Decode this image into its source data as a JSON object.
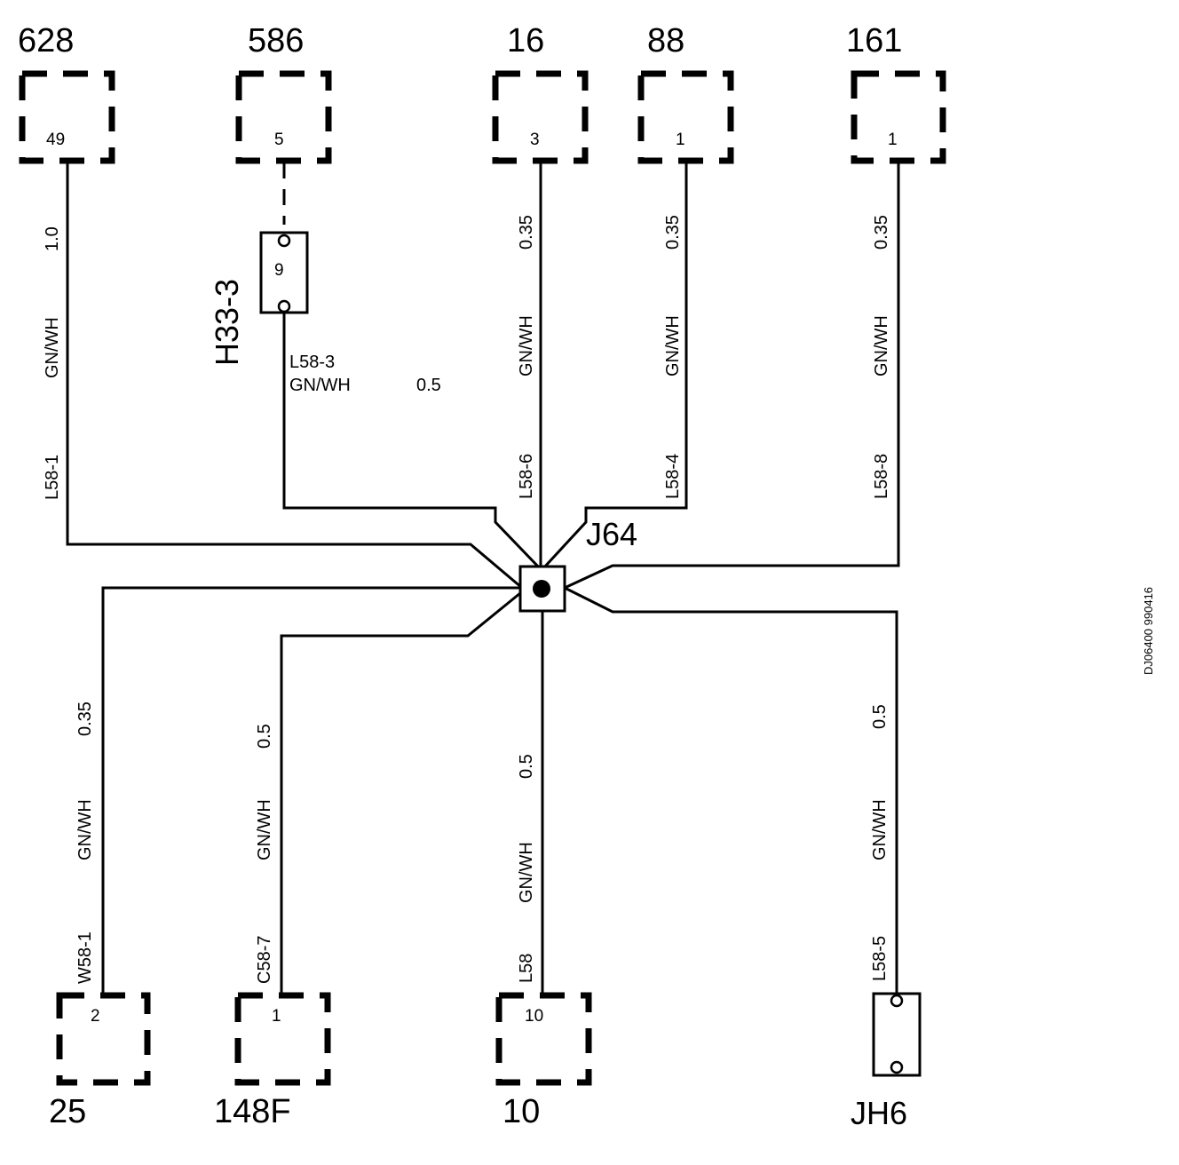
{
  "doc_id": "DJ06400 990416",
  "splice": {
    "label": "J64"
  },
  "connectors": {
    "c628": {
      "number": "628",
      "pin": "49"
    },
    "c586": {
      "number": "586",
      "pin": "5"
    },
    "c16": {
      "number": "16",
      "pin": "3"
    },
    "c88": {
      "number": "88",
      "pin": "1"
    },
    "c161": {
      "number": "161",
      "pin": "1"
    },
    "c25": {
      "number": "25",
      "pin": "2"
    },
    "c148f": {
      "number": "148F",
      "pin": "1"
    },
    "c10": {
      "number": "10",
      "pin": "10"
    }
  },
  "inline_connectors": {
    "h33": {
      "label": "H33-3",
      "pin": "9"
    },
    "jh6": {
      "label": "JH6"
    }
  },
  "wires": {
    "l58_1": {
      "size": "1.0",
      "color": "GN/WH",
      "id": "L58-1"
    },
    "l58_3": {
      "size": "0.5",
      "color": "GN/WH",
      "id": "L58-3"
    },
    "l58_6": {
      "size": "0.35",
      "color": "GN/WH",
      "id": "L58-6"
    },
    "l58_4": {
      "size": "0.35",
      "color": "GN/WH",
      "id": "L58-4"
    },
    "l58_8": {
      "size": "0.35",
      "color": "GN/WH",
      "id": "L58-8"
    },
    "w58_1": {
      "size": "0.35",
      "color": "GN/WH",
      "id": "W58-1"
    },
    "c58_7": {
      "size": "0.5",
      "color": "GN/WH",
      "id": "C58-7"
    },
    "l58": {
      "size": "0.5",
      "color": "GN/WH",
      "id": "L58"
    },
    "l58_5": {
      "size": "0.5",
      "color": "GN/WH",
      "id": "L58-5"
    }
  }
}
